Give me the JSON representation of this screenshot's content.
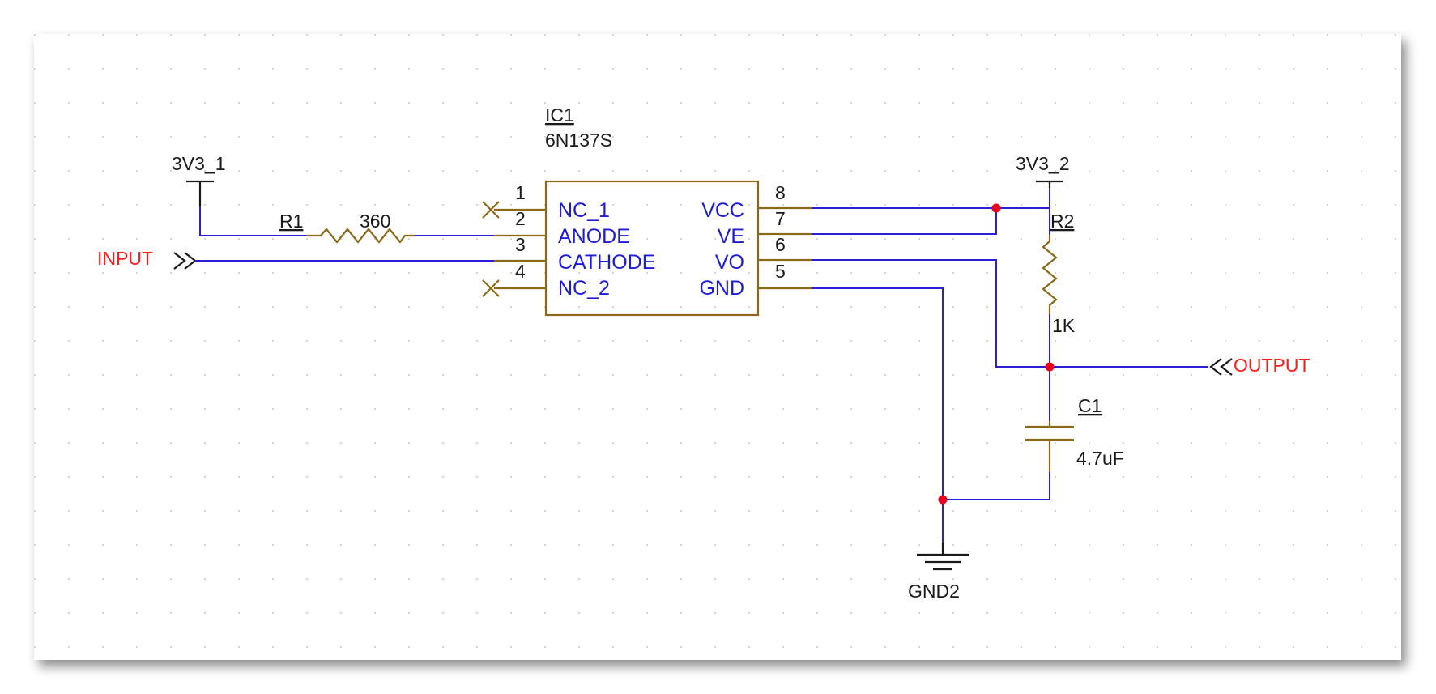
{
  "ic": {
    "ref": "IC1",
    "value": "6N137S",
    "left_pins": [
      {
        "num": "1",
        "name": "NC_1"
      },
      {
        "num": "2",
        "name": "ANODE"
      },
      {
        "num": "3",
        "name": "CATHODE"
      },
      {
        "num": "4",
        "name": "NC_2"
      }
    ],
    "right_pins": [
      {
        "num": "8",
        "name": "VCC"
      },
      {
        "num": "7",
        "name": "VE"
      },
      {
        "num": "6",
        "name": "VO"
      },
      {
        "num": "5",
        "name": "GND"
      }
    ]
  },
  "r1": {
    "ref": "R1",
    "value": "360"
  },
  "r2": {
    "ref": "R2",
    "value": "1K"
  },
  "c1": {
    "ref": "C1",
    "value": "4.7uF"
  },
  "power": {
    "left": "3V3_1",
    "right": "3V3_2",
    "ground": "GND2"
  },
  "ports": {
    "input": "INPUT",
    "output": "OUTPUT"
  },
  "colors": {
    "wire": "#2b1fd6",
    "part": "#8a6a18",
    "junction": "#e8001c",
    "port_text": "#ff1a1a",
    "pin_text": "#1c1cd8"
  }
}
